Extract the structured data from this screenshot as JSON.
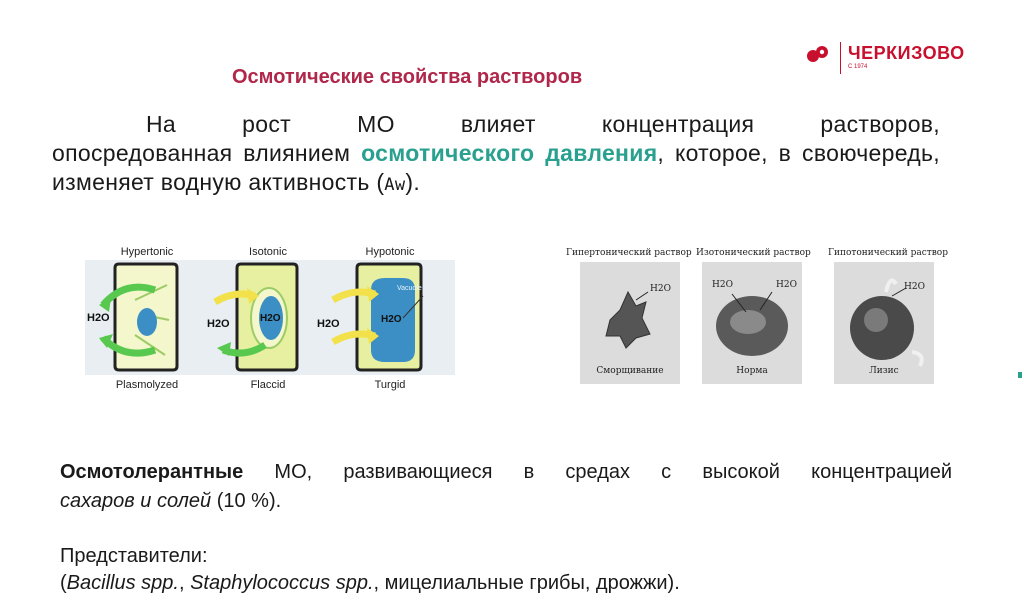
{
  "brand": {
    "name": "ЧЕРКИЗОВО",
    "since": "С 1974",
    "color": "#c8102e"
  },
  "slide": {
    "title": "Осмотические свойства растворов",
    "intro": {
      "line1": "На рост МО влияет концентрация растворов,",
      "part2": "опосредованная влиянием ",
      "highlight": "осмотического давления",
      "part3": ", которое, в своючередь, изменяет водную активность (",
      "aw": "Aw",
      "end": ")."
    },
    "plant_figure": {
      "headers": [
        "Hypertonic",
        "Isotonic",
        "Hypotonic"
      ],
      "footers": [
        "Plasmolyzed",
        "Flaccid",
        "Turgid"
      ],
      "water_label": "H2O",
      "vacuole_label": "Vacuole"
    },
    "rbc_figure": {
      "headers": [
        "Гипертонический раствор",
        "Изотонический раствор",
        "Гипотонический раствор"
      ],
      "water_label": "H2O",
      "states": [
        "Сморщивание",
        "Норма",
        "Лизис"
      ]
    },
    "osmotolerant": {
      "bold": "Осмотолерантные",
      "rest1": " МО, развивающиеся в средах с высокой концентрацией",
      "italic": "сахаров и солей",
      "rest2": "  (10 %)."
    },
    "representatives": {
      "label": "Представители:",
      "open": "(",
      "bacillus": "Bacillus spp.",
      "comma1": ", ",
      "staph": "Staphylococcus spp.",
      "rest": ", мицелиальные грибы, дрожжи)."
    }
  }
}
